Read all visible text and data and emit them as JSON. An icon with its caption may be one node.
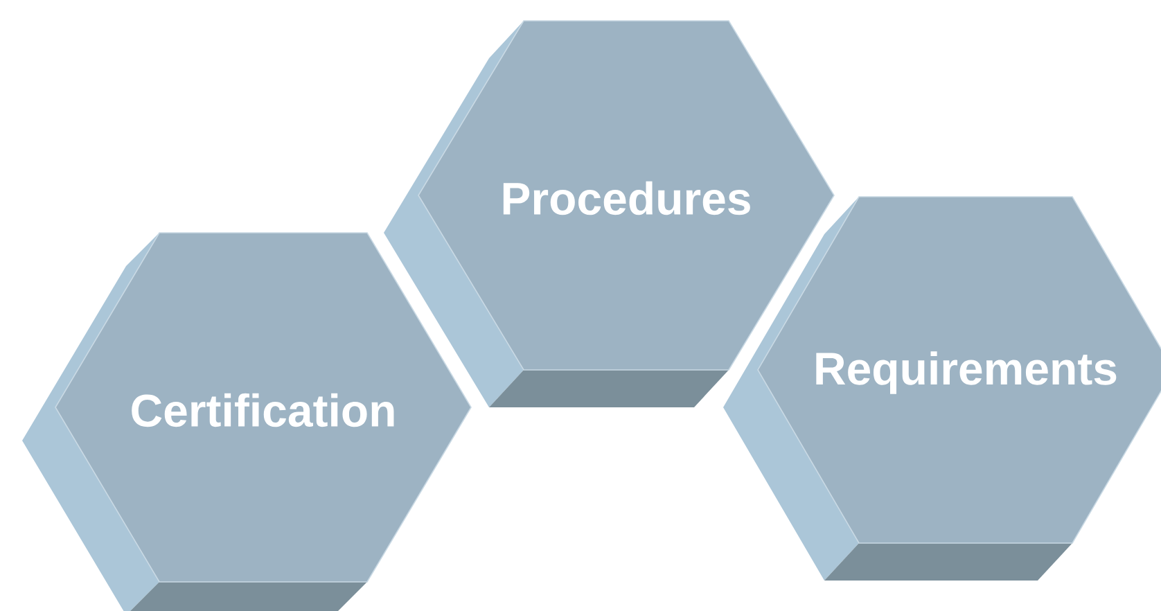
{
  "diagram": {
    "nodes": [
      {
        "text": [
          "Certification"
        ]
      },
      {
        "text": [
          "Procedures"
        ]
      },
      {
        "text": [
          "Requirements"
        ]
      }
    ]
  }
}
